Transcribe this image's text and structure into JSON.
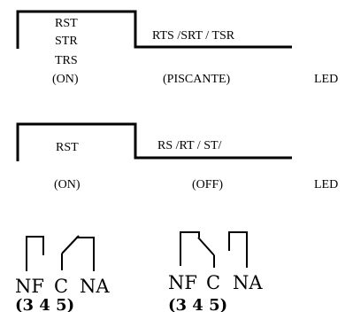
{
  "timing_1": {
    "high_states": [
      "RST",
      "STR",
      "TRS"
    ],
    "high_mode": "(ON)",
    "low_states": "RTS /SRT / TSR",
    "low_mode": "(PISCANTE)",
    "led": "LED"
  },
  "timing_2": {
    "high_state": "RST",
    "high_mode": "(ON)",
    "low_states": "RS /RT / ST/",
    "low_mode": "(OFF)",
    "led": "LED"
  },
  "contacts_1": {
    "terminals": [
      "NF",
      "C",
      "NA"
    ],
    "pins": "(3 4 5)"
  },
  "contacts_2": {
    "terminals": [
      "NF",
      "C",
      "NA"
    ],
    "pins": "(3 4 5)"
  }
}
